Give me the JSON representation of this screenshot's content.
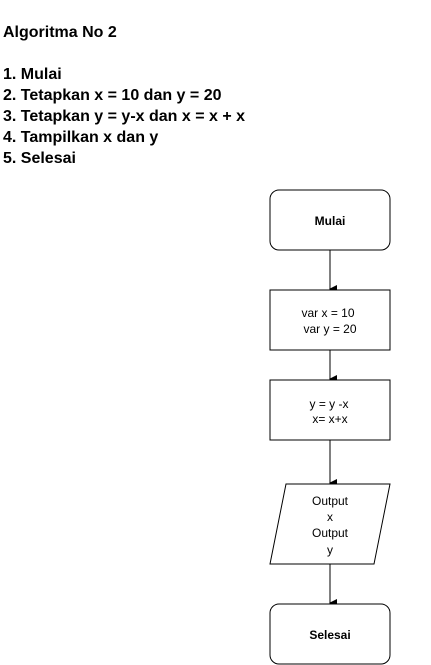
{
  "algorithm": {
    "title": "Algoritma No 2",
    "steps": [
      "1. Mulai",
      "2. Tetapkan x = 10 dan y = 20",
      "3. Tetapkan y = y-x dan x = x + x",
      "4. Tampilkan x dan y",
      "5. Selesai"
    ]
  },
  "flowchart": {
    "start": {
      "label": "Mulai"
    },
    "init": {
      "lines": [
        "var x = 10",
        "var y = 20"
      ]
    },
    "process": {
      "lines": [
        "y = y -x",
        "x= x+x"
      ]
    },
    "output": {
      "lines": [
        "Output",
        "x",
        "Output",
        "y"
      ]
    },
    "end": {
      "label": "Selesai"
    }
  }
}
